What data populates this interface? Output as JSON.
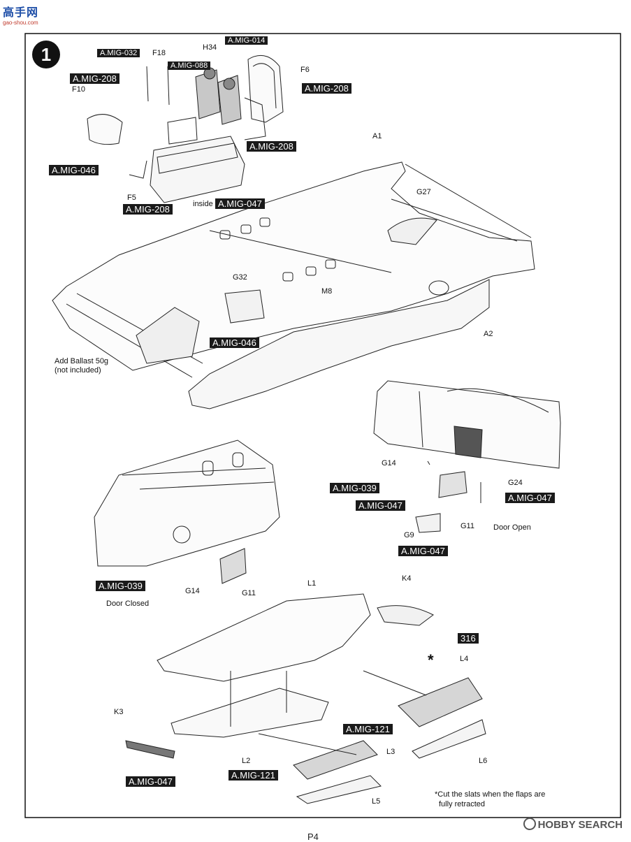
{
  "site_logo": {
    "chinese": "高手网",
    "url": "gao-shou.com"
  },
  "step_number": "1",
  "cockpit": {
    "parts": {
      "f18": "F18",
      "h34": "H34",
      "f6": "F6",
      "f10": "F10",
      "f5": "F5"
    },
    "paint": {
      "mig032": "A.MIG-032",
      "mig014": "A.MIG-014",
      "mig088": "A.MIG-088",
      "mig208_a": "A.MIG-208",
      "mig208_b": "A.MIG-208",
      "mig208_c": "A.MIG-208",
      "mig208_d": "A.MIG-208",
      "mig046": "A.MIG-046",
      "mig047": "A.MIG-047"
    },
    "inside_label": "inside"
  },
  "fuselage": {
    "parts": {
      "a1": "A1",
      "a2": "A2",
      "g27": "G27",
      "g32": "G32",
      "m8": "M8"
    },
    "paint": {
      "mig046": "A.MIG-046"
    },
    "ballast_note": [
      "Add Ballast 50g",
      "(not included)"
    ]
  },
  "door_open": {
    "parts": {
      "g14": "G14",
      "g24": "G24",
      "g11": "G11",
      "g9": "G9"
    },
    "paint": {
      "mig039": "A.MIG-039",
      "mig047_a": "A.MIG-047",
      "mig047_b": "A.MIG-047",
      "mig047_c": "A.MIG-047"
    },
    "caption": "Door Open"
  },
  "door_closed": {
    "parts": {
      "g14": "G14",
      "g11": "G11"
    },
    "paint": {
      "mig039": "A.MIG-039"
    },
    "caption": "Door Closed"
  },
  "wing": {
    "parts": {
      "l1": "L1",
      "k4": "K4",
      "l4": "L4",
      "k3": "K3",
      "l2": "L2",
      "l3": "L3",
      "l5": "L5",
      "l6": "L6"
    },
    "paint": {
      "p316": "316",
      "mig121_a": "A.MIG-121",
      "mig121_b": "A.MIG-121",
      "mig047": "A.MIG-047"
    },
    "asterisk": "*",
    "slat_note": [
      "*Cut the slats when the flaps are",
      "fully retracted"
    ]
  },
  "watermark": {
    "brand": "HOBBY SEARCH"
  },
  "page_number": "P4"
}
